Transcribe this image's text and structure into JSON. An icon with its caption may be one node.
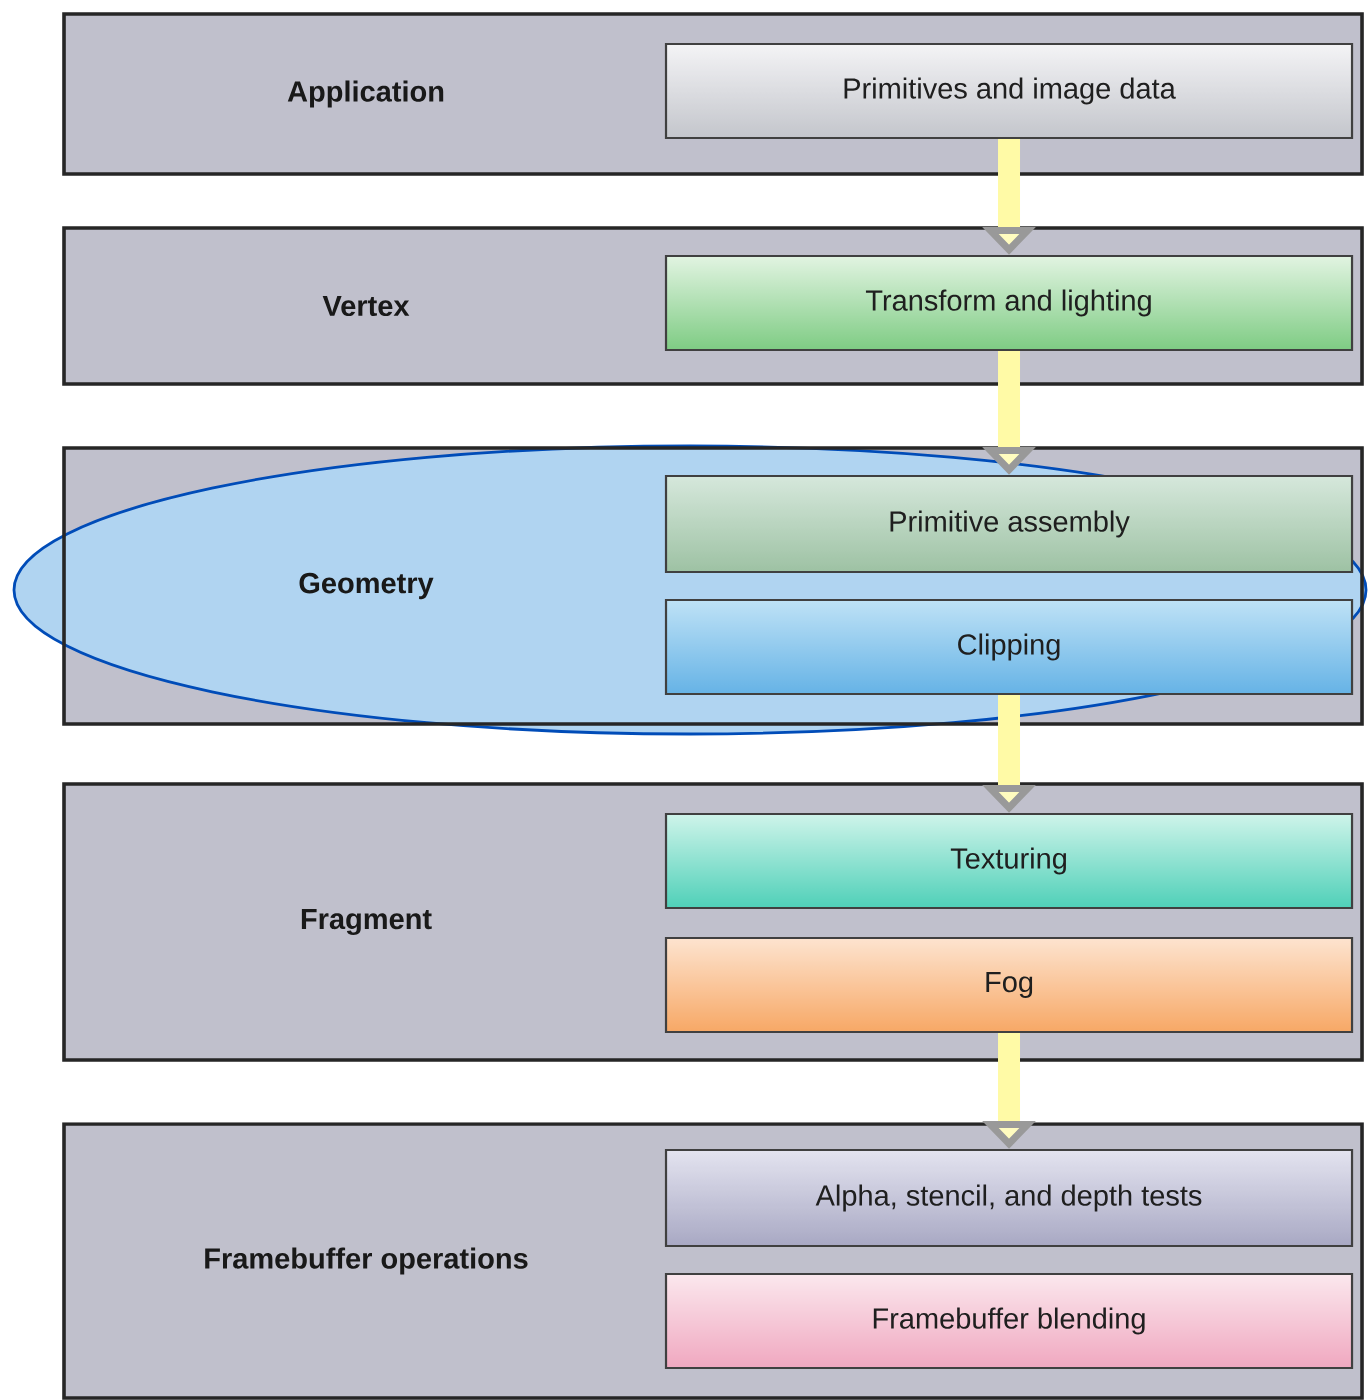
{
  "diagram": {
    "nodes": [
      {
        "text": [
          "Application"
        ]
      },
      {
        "text": [
          "Primitives and image data"
        ],
        "in": 0
      },
      {
        "text": [
          "Vertex"
        ]
      },
      {
        "text": [
          "Transform and lighting"
        ],
        "in": 2
      },
      {
        "text": [
          "Geometry"
        ]
      },
      {
        "text": [
          "Primitive assembly"
        ],
        "in": 4
      },
      {
        "text": [
          "Clipping"
        ],
        "in": 4
      },
      {
        "text": [
          "Fragment"
        ]
      },
      {
        "text": [
          "Texturing"
        ],
        "in": 7
      },
      {
        "text": [
          "Fog"
        ],
        "in": 7
      },
      {
        "text": [
          "Framebuffer operations"
        ]
      },
      {
        "text": [
          "Alpha, stencil, and depth tests"
        ],
        "in": 10
      },
      {
        "text": [
          "Framebuffer blending"
        ],
        "in": 10
      }
    ],
    "edges": [
      {
        "from": 1,
        "to": 3,
        "arrow": "to"
      },
      {
        "from": 3,
        "to": 5,
        "arrow": "to"
      },
      {
        "from": 6,
        "to": 8,
        "arrow": "to"
      },
      {
        "from": 9,
        "to": 11,
        "arrow": "to"
      }
    ]
  }
}
